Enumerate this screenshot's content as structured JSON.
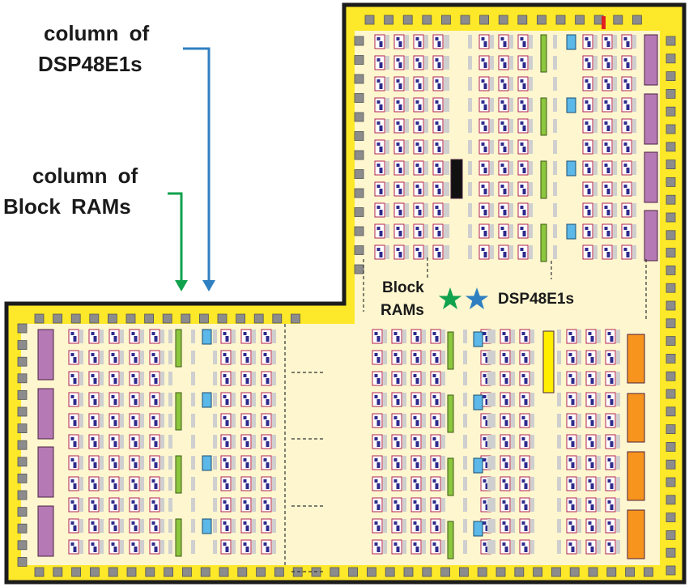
{
  "labels": {
    "dsp_column_line1": "column  of",
    "dsp_column_line2": "DSP48E1s",
    "bram_column_line1": "column  of",
    "bram_column_line2": "Block  RAMs",
    "center_bram_line1": "Block",
    "center_bram_line2": "RAMs",
    "center_dsp": "DSP48E1s"
  },
  "colors": {
    "chip_outline": "#1c1c1c",
    "chip_yellow": "#fde829",
    "fabric_fill": "#fdf6cf",
    "pad_gray": "#8c8c8c",
    "clb_border": "#b02050",
    "clb_inner": "#2d2a8c",
    "bram_green": "#8dc63f",
    "dsp_blue": "#5bb8e8",
    "io_purple": "#b57ab5",
    "gt_orange": "#f7941d",
    "center_yellow": "#ffee00",
    "config_black": "#111111",
    "arrow_blue": "#2f7fc1",
    "arrow_green": "#10a24d",
    "star_green": "#10a24d",
    "star_blue": "#2f7fc1",
    "marker_red": "#e02020"
  },
  "icons": [
    "green-star-icon",
    "blue-star-icon",
    "arrow-down-icon"
  ]
}
